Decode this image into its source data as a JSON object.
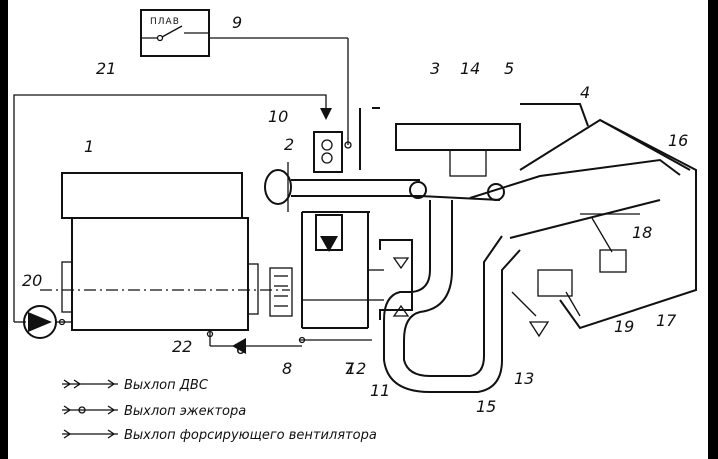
{
  "switch_label": "ПЛАВ",
  "callouts": [
    "1",
    "2",
    "3",
    "4",
    "5",
    "6",
    "7",
    "8",
    "9",
    "10",
    "11",
    "12",
    "13",
    "14",
    "15",
    "16",
    "17",
    "18",
    "19",
    "20",
    "21",
    "22"
  ],
  "legend": [
    {
      "text": "Выхлоп ДВС"
    },
    {
      "text": "Выхлоп эжектора"
    },
    {
      "text": "Выхлоп форсирующего вентилятора"
    }
  ],
  "colors": {
    "ink": "#111111",
    "paper": "#ffffff",
    "border": "#000000"
  }
}
